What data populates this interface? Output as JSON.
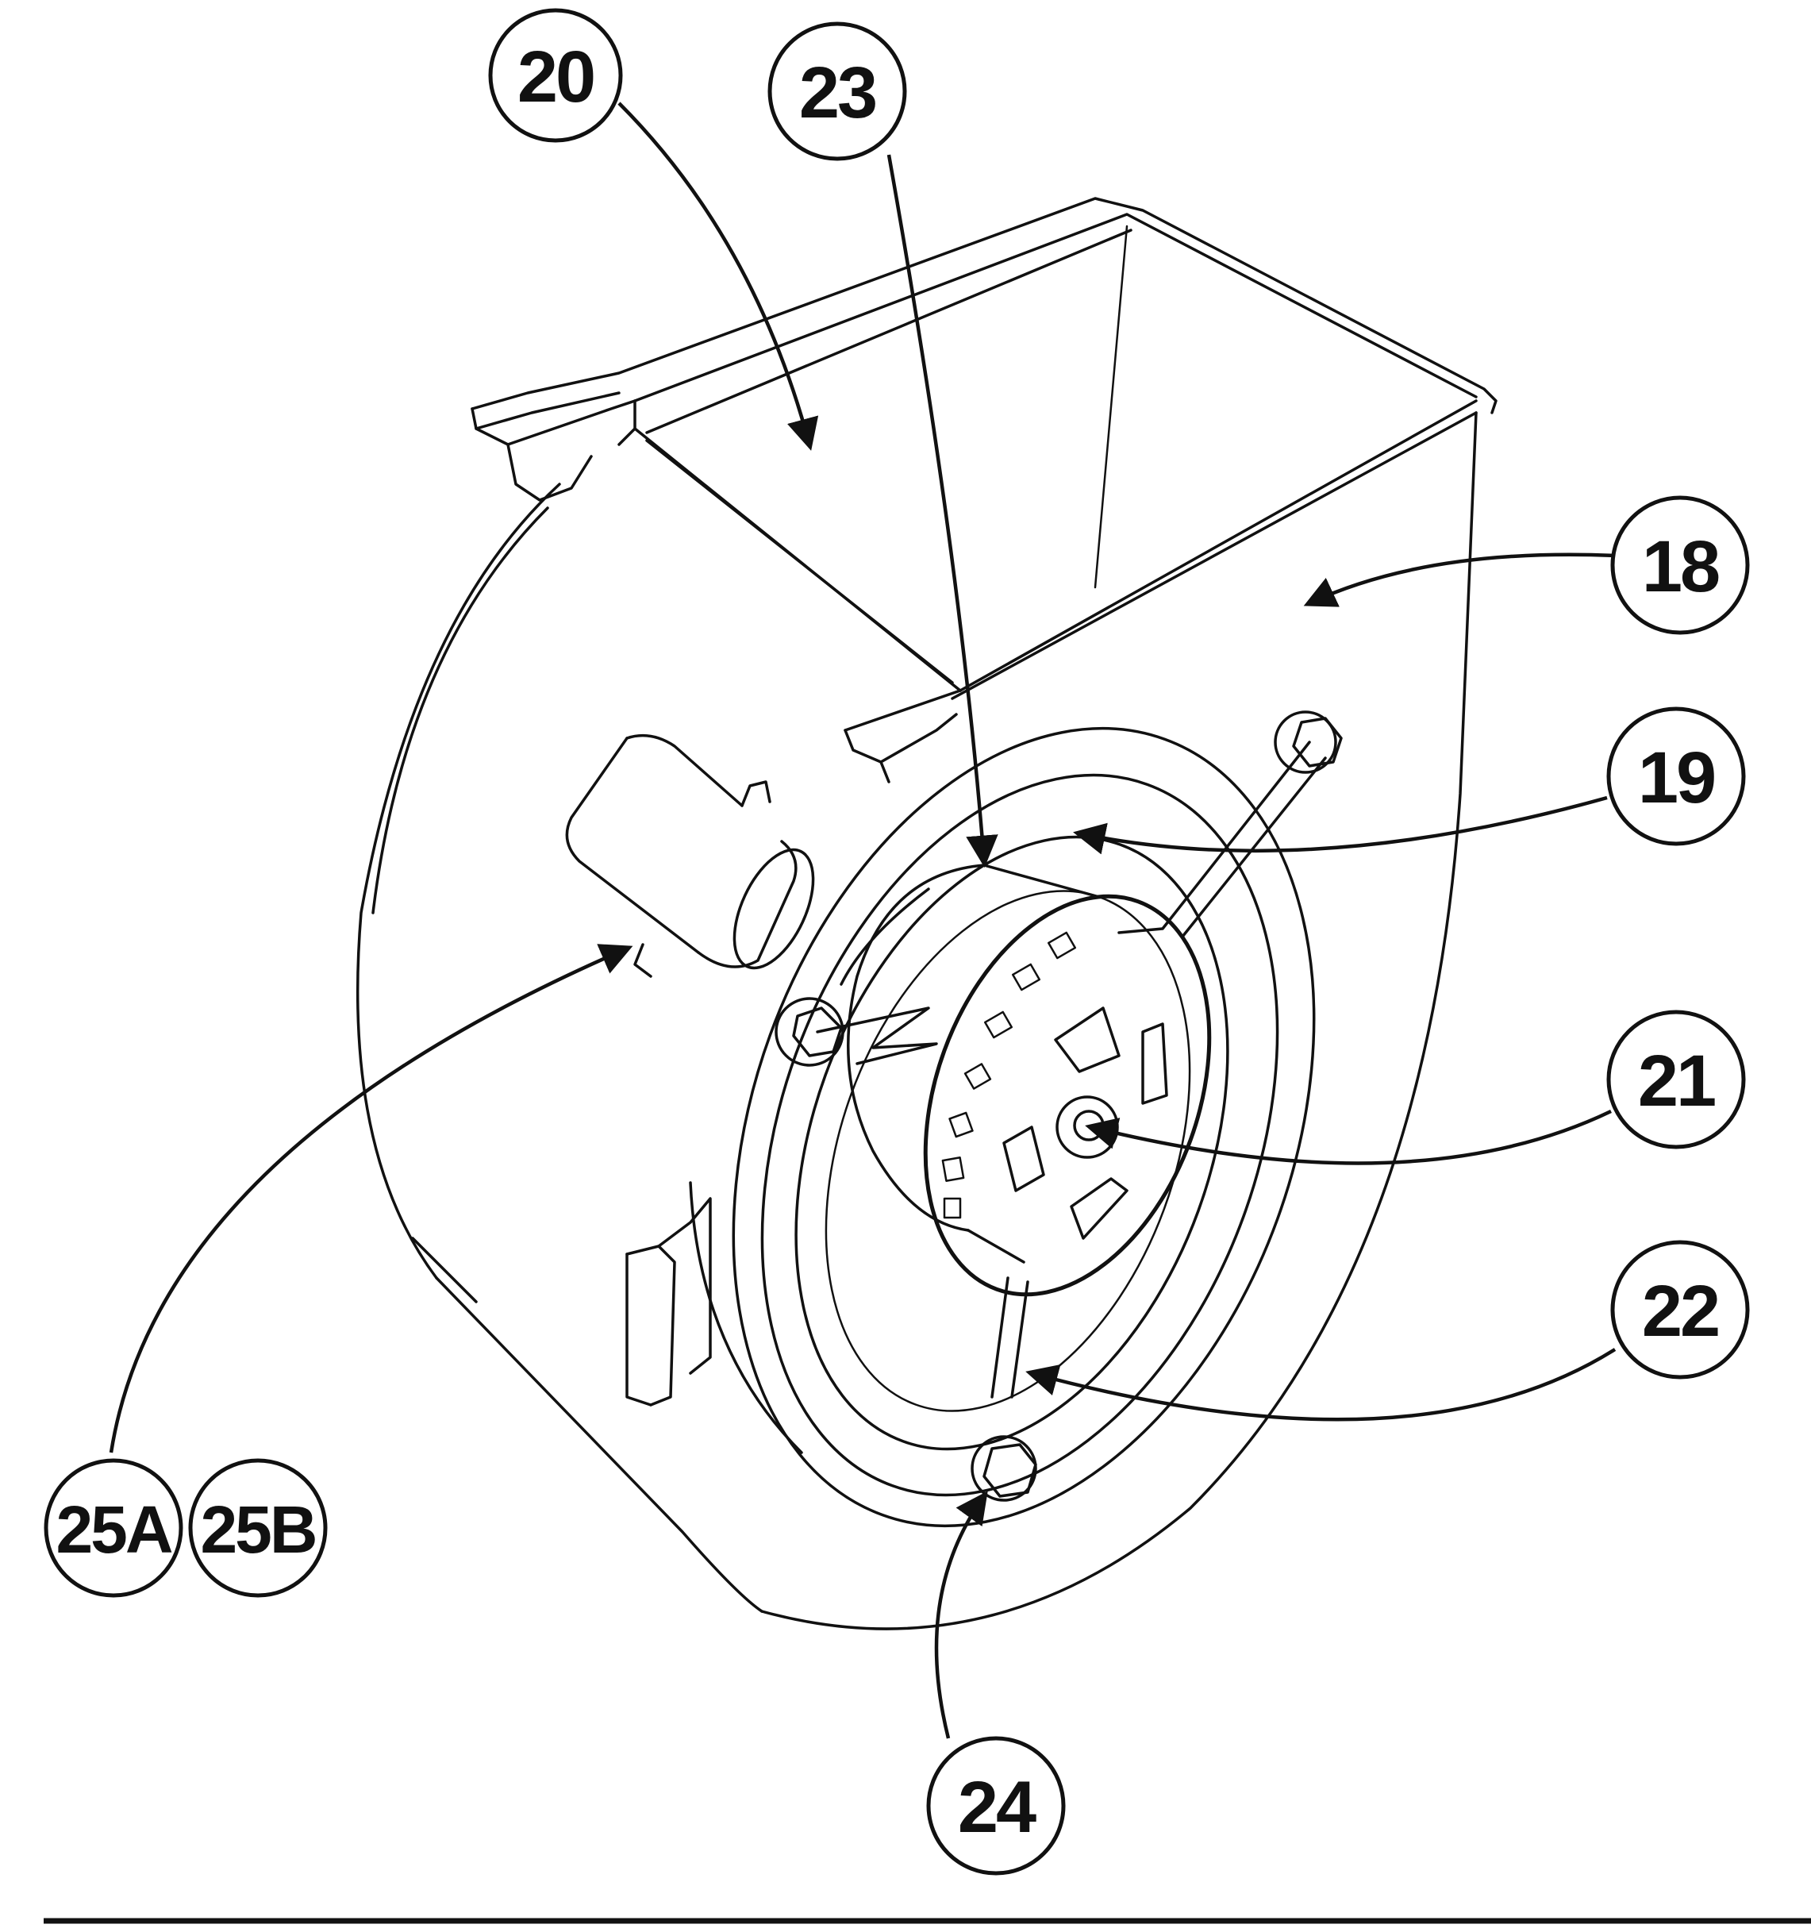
{
  "diagram": {
    "type": "exploded-parts-illustration",
    "subject": "blower-assembly",
    "callouts": [
      {
        "id": "c18",
        "label": "18"
      },
      {
        "id": "c19",
        "label": "19"
      },
      {
        "id": "c20",
        "label": "20"
      },
      {
        "id": "c21",
        "label": "21"
      },
      {
        "id": "c22",
        "label": "22"
      },
      {
        "id": "c23",
        "label": "23"
      },
      {
        "id": "c24",
        "label": "24"
      },
      {
        "id": "c25a",
        "label": "25A"
      },
      {
        "id": "c25b",
        "label": "25B"
      }
    ],
    "colors": {
      "line": "#111111",
      "background": "#ffffff"
    }
  }
}
